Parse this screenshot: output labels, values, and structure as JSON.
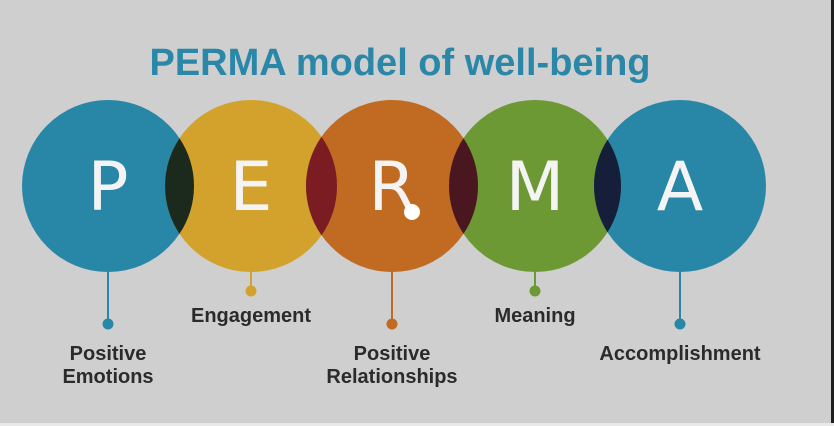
{
  "title": "PERMA model of well-being",
  "elements": [
    {
      "letter": "P",
      "label_lines": [
        "Positive",
        "Emotions"
      ],
      "color": "#2887a7"
    },
    {
      "letter": "E",
      "label_lines": [
        "Engagement"
      ],
      "color": "#d2a22c"
    },
    {
      "letter": "R",
      "label_lines": [
        "Positive",
        "Relationships"
      ],
      "color": "#c06a22"
    },
    {
      "letter": "M",
      "label_lines": [
        "Meaning"
      ],
      "color": "#6c9934"
    },
    {
      "letter": "A",
      "label_lines": [
        "Accomplishment"
      ],
      "color": "#2887a7"
    }
  ],
  "overlap_colors": [
    "#1b2a1d",
    "#7a1c22",
    "#4a1620",
    "#151f3a"
  ],
  "colors": {
    "background": "#cfcfcf",
    "title": "#2a87a8",
    "label_text": "#2b2b2b"
  }
}
